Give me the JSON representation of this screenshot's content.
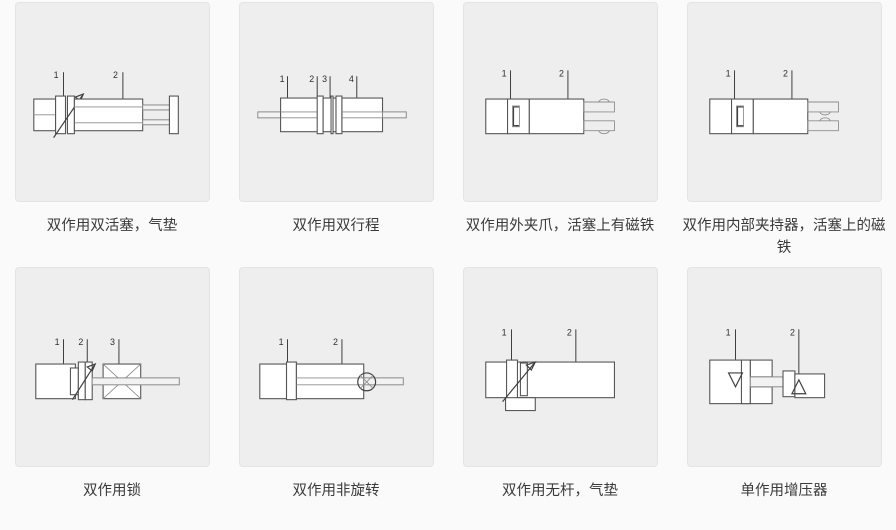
{
  "gallery": {
    "columns": 4,
    "rows": 2,
    "background_color": "#fafafa",
    "card_color": "#eeeeee",
    "caption_color": "#3a3a3a",
    "items": [
      {
        "id": "double-acting-double-piston-cushioned",
        "caption": "双作用双活塞，气垫",
        "symbol_name": "double-acting-double-piston-cushion-symbol",
        "callouts": [
          "1",
          "2"
        ]
      },
      {
        "id": "double-acting-double-stroke",
        "caption": "双作用双行程",
        "symbol_name": "double-acting-double-stroke-symbol",
        "callouts": [
          "1",
          "2",
          "3",
          "4"
        ]
      },
      {
        "id": "double-acting-external-gripper-magnet",
        "caption": "双作用外夹爪，活塞上有磁铁",
        "symbol_name": "double-acting-external-gripper-symbol",
        "callouts": [
          "1",
          "2"
        ]
      },
      {
        "id": "double-acting-internal-gripper-magnet",
        "caption": "双作用内部夹持器，活塞上的磁铁",
        "symbol_name": "double-acting-internal-gripper-symbol",
        "callouts": [
          "1",
          "2"
        ]
      },
      {
        "id": "double-acting-lock",
        "caption": "双作用锁",
        "symbol_name": "double-acting-lock-symbol",
        "callouts": [
          "1",
          "2",
          "3"
        ]
      },
      {
        "id": "double-acting-non-rotating",
        "caption": "双作用非旋转",
        "symbol_name": "double-acting-non-rotating-symbol",
        "callouts": [
          "1",
          "2"
        ]
      },
      {
        "id": "double-acting-rodless-cushioned",
        "caption": "双作用无杆，气垫",
        "symbol_name": "double-acting-rodless-cushion-symbol",
        "callouts": [
          "1",
          "2"
        ]
      },
      {
        "id": "single-acting-booster",
        "caption": "单作用增压器",
        "symbol_name": "single-acting-booster-symbol",
        "callouts": [
          "1",
          "2"
        ]
      }
    ]
  }
}
